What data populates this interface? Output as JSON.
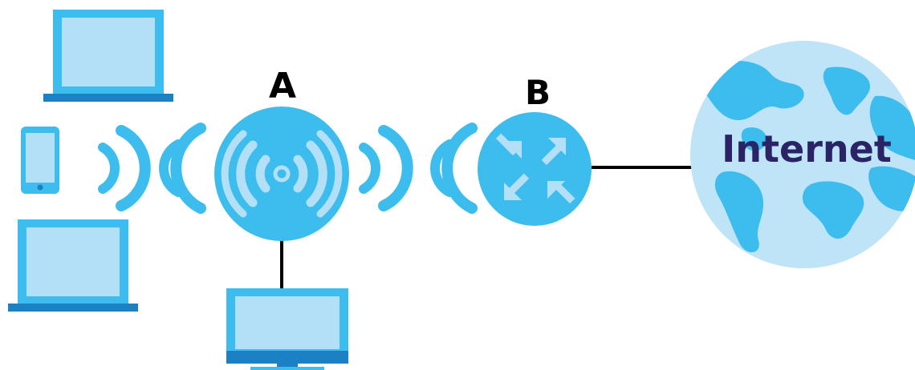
{
  "labels": {
    "access_point": "A",
    "router": "B",
    "internet": "Internet"
  },
  "icons": {
    "laptop_top": "laptop-icon",
    "smartphone": "smartphone-icon",
    "laptop_bottom": "laptop-icon",
    "desktop": "desktop-monitor-icon",
    "access_point": "wireless-access-point-icon",
    "router": "router-icon",
    "internet": "globe-icon"
  },
  "colors": {
    "primary_blue": "#3dbdee",
    "light_blue": "#b3e0f7",
    "dark_blue": "#1b80c4",
    "globe_light": "#bfe3f7",
    "internet_text": "#2a2466",
    "line": "#000000"
  }
}
